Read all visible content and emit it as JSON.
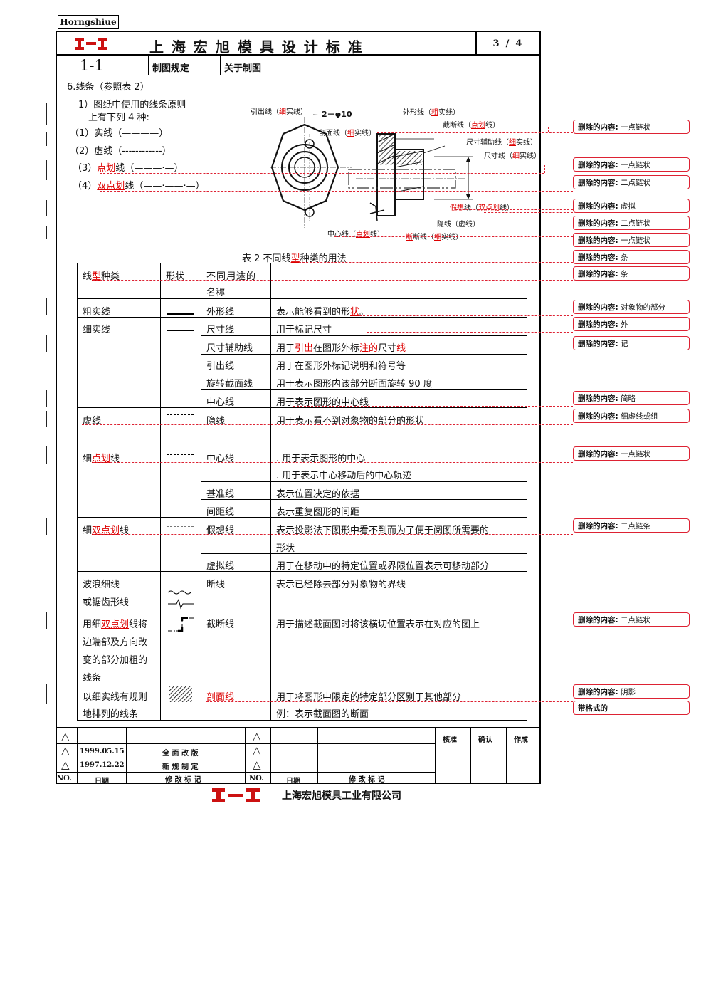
{
  "header": {
    "brand": "Horngshiue",
    "title": "上 海 宏 旭 模 具 设 计 标 准",
    "page": "3  /  4",
    "section_no": "1-1",
    "section_name": "制图规定",
    "section_topic": "关于制图"
  },
  "intro": {
    "heading": "6.线条（参照表 2）",
    "line1": "1）图纸中使用的线条原则",
    "line2": "上有下列 4 种:",
    "items": [
      {
        "prefix": "（1）实线",
        "suffix": "（————）"
      },
      {
        "prefix": "（2）虚线",
        "suffix": "（------------）"
      },
      {
        "prefix": "（3）",
        "red": "点划",
        "mid": "线",
        "suffix": "（———·—）"
      },
      {
        "prefix": "（4）",
        "red": "双点划",
        "mid": "线",
        "suffix": "（——·——·—）"
      }
    ]
  },
  "diagram_labels": {
    "leader": "引出线（",
    "leader_red": "细",
    "leader_end": "实线）",
    "dim_note": "2－φ10",
    "section": "剖面线（",
    "section_red": "细",
    "section_end": "实线）",
    "outline": "外形线（",
    "outline_red": "粗",
    "outline_end": "实线）",
    "cutting": "截断线（",
    "cutting_red": "点划",
    "cutting_end": "线）",
    "ext": "尺寸辅助线（",
    "ext_red": "细",
    "ext_end": "实线）",
    "dimline": "尺寸线（",
    "dimline_red": "细",
    "dimline_end": "实线）",
    "phantom_red1": "假想",
    "phantom": "线（",
    "phantom_red2": "双点划",
    "phantom_end": "线）",
    "hidden": "隐线（虚线）",
    "center": "中心线（",
    "center_red": "点划",
    "center_end": "线）",
    "break_red": "断",
    "break": "断线（",
    "break_red2": "细",
    "break_end": "实线）"
  },
  "table_caption": {
    "pre": "表 2   不同线",
    "red": "型",
    "post": "种类的用法"
  },
  "table": {
    "headers": {
      "type_pre": "线",
      "type_red": "型",
      "type_post": "种类",
      "shape": "形状",
      "name1": "不同用途的",
      "name2": "名称"
    },
    "rows": [
      {
        "type": "粗实线",
        "name": "外形线",
        "desc_pre": "表示能够看到的形",
        "desc_red": "状",
        "desc_post": "。"
      },
      {
        "type": "细实线",
        "name": "尺寸线",
        "desc": "用于标记尺寸"
      },
      {
        "name": "尺寸辅助线",
        "desc_pre": "用于",
        "desc_red": "引出",
        "desc_mid": "在图形外标",
        "desc_red2": "注的",
        "desc_mid2": "尺寸",
        "desc_red3": "线"
      },
      {
        "name": "引出线",
        "desc": "用于在图形外标记说明和符号等"
      },
      {
        "name": "旋转截面线",
        "desc": "用于表示图形内该部分断面旋转 90 度"
      },
      {
        "name": "中心线",
        "desc": "用于表示图形的中心线"
      },
      {
        "type": "虚线",
        "name": "隐线",
        "desc": "用于表示看不到对象物的部分的形状"
      },
      {
        "type_pre": "细",
        "type_red": "点划",
        "type_post": "线",
        "name": "中心线",
        "desc": ". 用于表示图形的中心",
        "desc2": ". 用于表示中心移动后的中心轨迹"
      },
      {
        "name": "基准线",
        "desc": "表示位置决定的依据"
      },
      {
        "name": "间距线",
        "desc": "表示重复图形的间距"
      },
      {
        "type_pre": "细",
        "type_red": "双点划",
        "type_post": "线",
        "name": "假想线",
        "desc": "表示投影法下图形中看不到而为了便于阅图所需要的",
        "desc2": "形状"
      },
      {
        "name": "虚拟线",
        "desc": "用于在移动中的特定位置或界限位置表示可移动部分"
      },
      {
        "type": "波浪细线",
        "type2": "或锯齿形线",
        "name": "断线",
        "desc": "表示已经除去部分对象物的界线"
      },
      {
        "type_pre": "用细",
        "type_red": "双点划",
        "type_post": "线将",
        "type2": "边端部及方向改",
        "type3": "变的部分加粗的",
        "type4": "线条",
        "name": "截断线",
        "desc": "用于描述截面图时将该横切位置表示在对应的图上"
      },
      {
        "type": "以细实线有规则",
        "type2": "地排列的线条",
        "name_red": "剖面线",
        "desc": "用于将图形中限定的特定部分区别于其他部分",
        "desc2": "例：表示截面图的断面"
      }
    ]
  },
  "footer": {
    "rev_rows": [
      {
        "date": "",
        "note": ""
      },
      {
        "date": "1999.05.15",
        "note": "全 面 改 版"
      },
      {
        "date": "1997.12.22",
        "note": "新 规 制 定"
      }
    ],
    "no_label": "NO.",
    "date_label": "日期",
    "note_label": "修 改 标 记",
    "approve": "核准",
    "confirm": "确认",
    "author": "作成",
    "company": "上海宏旭模具工业有限公司"
  },
  "balloons": [
    {
      "label": "删除的内容:",
      "text": "一点链状"
    },
    {
      "label": "删除的内容:",
      "text": "一点链状"
    },
    {
      "label": "删除的内容:",
      "text": "二点链状"
    },
    {
      "label": "删除的内容:",
      "text": "虚拟"
    },
    {
      "label": "删除的内容:",
      "text": "二点链状"
    },
    {
      "label": "删除的内容:",
      "text": "一点链状"
    },
    {
      "label": "删除的内容:",
      "text": "条"
    },
    {
      "label": "删除的内容:",
      "text": "条"
    },
    {
      "label": "删除的内容:",
      "text": "对象物的部分"
    },
    {
      "label": "删除的内容:",
      "text": "外"
    },
    {
      "label": "删除的内容:",
      "text": "记"
    },
    {
      "label": "删除的内容:",
      "text": "简略"
    },
    {
      "label": "删除的内容:",
      "text": "细虚线或组"
    },
    {
      "label": "删除的内容:",
      "text": "一点链状"
    },
    {
      "label": "删除的内容:",
      "text": "二点链条"
    },
    {
      "label": "删除的内容:",
      "text": "二点链状"
    },
    {
      "label": "删除的内容:",
      "text": "阴影"
    },
    {
      "label": "带格式的",
      "text": ""
    }
  ],
  "colors": {
    "revision": "#dd2233",
    "logo": "#cc1111"
  }
}
